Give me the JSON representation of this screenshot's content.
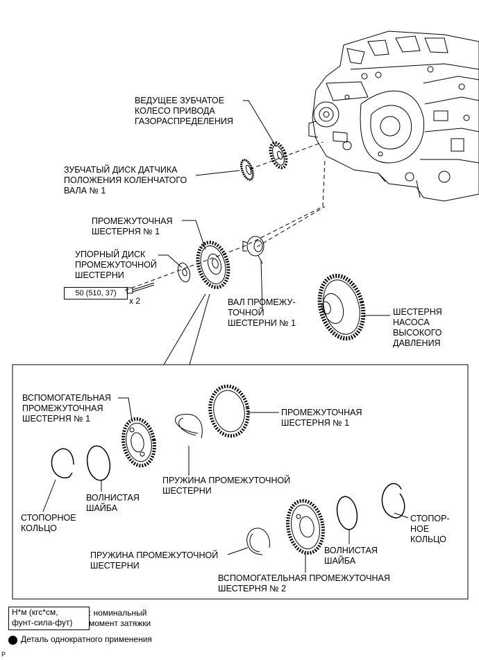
{
  "labels": {
    "drive_gear": [
      "ВЕДУЩЕЕ ЗУБЧАТОЕ",
      "КОЛЕСО ПРИВОДА",
      "ГАЗОРАСПРЕДЕЛЕНИЯ"
    ],
    "sensor_plate": [
      "ЗУБЧАТЫЙ ДИСК ДАТЧИКА",
      "ПОЛОЖЕНИЯ КОЛЕНЧАТОГО",
      "ВАЛА № 1"
    ],
    "idler_gear": [
      "ПРОМЕЖУТОЧНАЯ",
      "ШЕСТЕРНЯ № 1"
    ],
    "thrust_plate": [
      "УПОРНЫЙ ДИСК",
      "ПРОМЕЖУТОЧНОЙ",
      "ШЕСТЕРНИ"
    ],
    "idler_shaft": [
      "ВАЛ ПРОМЕЖУ-",
      "ТОЧНОЙ",
      "ШЕСТЕРНИ № 1"
    ],
    "pump_gear": [
      "ШЕСТЕРНЯ",
      "НАСОСА",
      "ВЫСОКОГО",
      "ДАВЛЕНИЯ"
    ],
    "sub_gear_1": [
      "ВСПОМОГАТЕЛЬНАЯ",
      "ПРОМЕЖУТОЧНАЯ",
      "ШЕСТЕРНЯ № 1"
    ],
    "idler_gear_inset": [
      "ПРОМЕЖУТОЧНАЯ",
      "ШЕСТЕРНЯ № 1"
    ],
    "spring_1": [
      "ПРУЖИНА ПРОМЕЖУТОЧНОЙ",
      "ШЕСТЕРНИ"
    ],
    "wave_washer_1": [
      "ВОЛНИСТАЯ",
      "ШАЙБА"
    ],
    "snap_ring_1": [
      "СТОПОРНОЕ",
      "КОЛЬЦО"
    ],
    "snap_ring_2": [
      "СТОПОР-",
      "НОЕ",
      "КОЛЬЦО"
    ],
    "wave_washer_2": [
      "ВОЛНИСТАЯ",
      "ШАЙБА"
    ],
    "spring_2": [
      "ПРУЖИНА ПРОМЕЖУТОЧНОЙ",
      "ШЕСТЕРНИ"
    ],
    "sub_gear_2": [
      "ВСПОМОГАТЕЛЬНАЯ ПРОМЕЖУТОЧНАЯ",
      "ШЕСТЕРНЯ № 2"
    ]
  },
  "torque": {
    "value": "50 (510, 37)",
    "count": "x 2"
  },
  "legend": {
    "unit_lines": [
      "Н*м (кгс*см,",
      "фунт-сила-фут)"
    ],
    "unit_desc_lines": [
      ": номинальный",
      "момент затяжки"
    ],
    "single_use": "Деталь однократного применения"
  },
  "footnote": "P"
}
